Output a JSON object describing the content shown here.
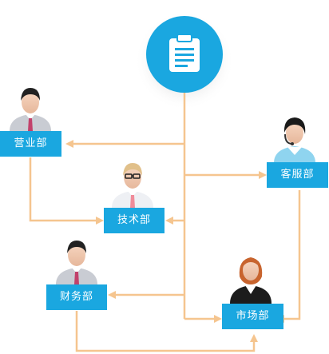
{
  "colors": {
    "connector": "#f5c58f",
    "accent": "#1aa7e0",
    "label_text": "#ffffff"
  },
  "hub": {
    "icon": "clipboard-icon"
  },
  "departments": [
    {
      "id": "sales",
      "label": "营业部",
      "avatar": "male-tie-avatar"
    },
    {
      "id": "service",
      "label": "客服部",
      "avatar": "female-headset-avatar"
    },
    {
      "id": "tech",
      "label": "技术部",
      "avatar": "male-glasses-avatar"
    },
    {
      "id": "finance",
      "label": "财务部",
      "avatar": "male-tie-avatar"
    },
    {
      "id": "marketing",
      "label": "市场部",
      "avatar": "female-suit-avatar"
    }
  ]
}
